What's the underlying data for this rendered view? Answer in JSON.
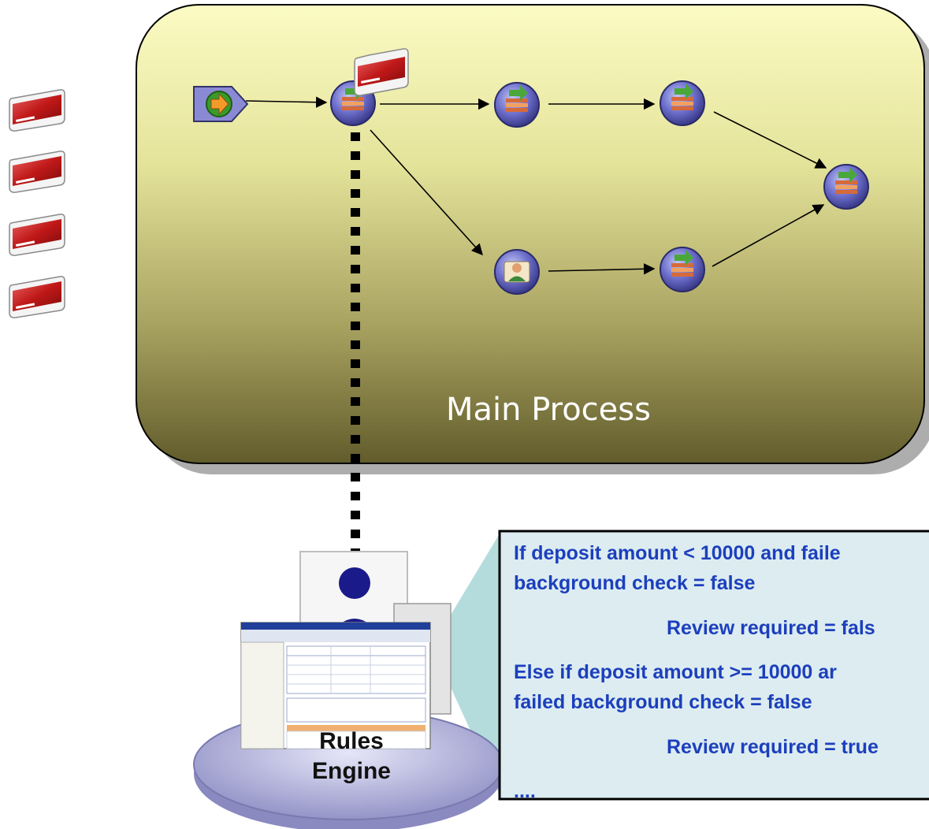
{
  "process": {
    "title": "Main Process"
  },
  "rules_engine": {
    "label_line1": "Rules",
    "label_line2": "Engine"
  },
  "rule_callout": {
    "lines": [
      "If deposit amount < 10000 and faile",
      "background check = false",
      "Review required = fals",
      "Else if deposit amount >= 10000 ar",
      "failed background check = false",
      "Review required = true",
      "...."
    ]
  },
  "colors": {
    "process_fill_top": "#fafac0",
    "process_fill_bottom": "#6a6432",
    "callout_fill": "#dcecf0",
    "callout_wedge": "#b4dcdc",
    "callout_text": "#1c3fbd",
    "node_purple": "#6c6ac8",
    "folder_red": "#c41a1a"
  },
  "icons": {
    "start_node": "start-arrow-icon",
    "automated_node": "automated-activity-icon",
    "human_node": "human-task-icon",
    "document": "folder-icon"
  }
}
